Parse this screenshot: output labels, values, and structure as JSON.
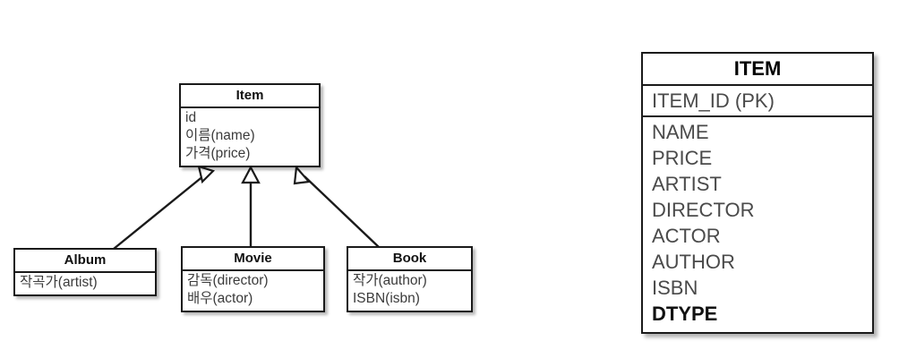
{
  "diagram": {
    "type": "uml-class-inheritance-with-relational-table",
    "uml": {
      "superclass": {
        "name": "Item",
        "attributes": [
          "id",
          "이름(name)",
          "가격(price)"
        ]
      },
      "subclasses": [
        {
          "name": "Album",
          "attributes": [
            "작곡가(artist)"
          ]
        },
        {
          "name": "Movie",
          "attributes": [
            "감독(director)",
            "배우(actor)"
          ]
        },
        {
          "name": "Book",
          "attributes": [
            "작가(author)",
            "ISBN(isbn)"
          ]
        }
      ],
      "relationship": "generalization"
    },
    "table": {
      "name": "ITEM",
      "primary_key": "ITEM_ID (PK)",
      "columns": [
        {
          "label": "NAME",
          "emphasis": false
        },
        {
          "label": "PRICE",
          "emphasis": false
        },
        {
          "label": "ARTIST",
          "emphasis": false
        },
        {
          "label": "DIRECTOR",
          "emphasis": false
        },
        {
          "label": "ACTOR",
          "emphasis": false
        },
        {
          "label": "AUTHOR",
          "emphasis": false
        },
        {
          "label": "ISBN",
          "emphasis": false
        },
        {
          "label": "DTYPE",
          "emphasis": true
        }
      ]
    },
    "colors": {
      "stroke": "#1a1a1a",
      "text": "#3b3b3b",
      "background": "#ffffff"
    }
  }
}
